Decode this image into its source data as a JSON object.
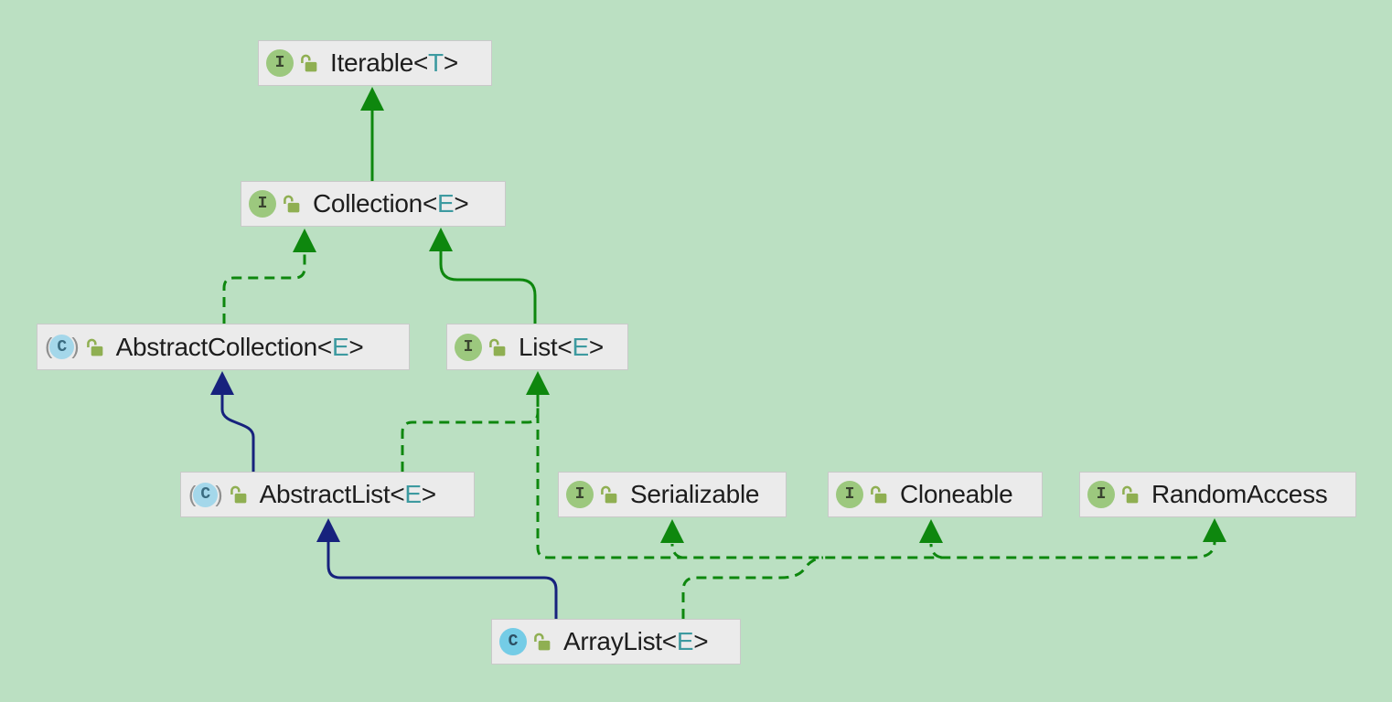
{
  "diagram": {
    "title": "Java collections UML class diagram",
    "colors": {
      "background": "#bbe0c2",
      "node_fill": "#ebebeb",
      "node_border": "#c9c9c9",
      "text": "#1d1d1d",
      "generic_type": "#3d9aa0",
      "edge_green": "#0e870e",
      "edge_blue": "#17227d",
      "interface_icon": "#9cc87e",
      "class_icon": "#74cce6",
      "lock_icon": "#8faf52"
    }
  },
  "nodes": [
    {
      "id": "iterable",
      "kind": "interface",
      "icon_letter": "I",
      "label_pre": "Iterable<",
      "generic": "T",
      "label_post": ">"
    },
    {
      "id": "collection",
      "kind": "interface",
      "icon_letter": "I",
      "label_pre": "Collection<",
      "generic": "E",
      "label_post": ">"
    },
    {
      "id": "abstract-collection",
      "kind": "abstract-class",
      "icon_letter": "C",
      "paren_l": "(",
      "paren_r": ")",
      "label_pre": "AbstractCollection<",
      "generic": "E",
      "label_post": ">"
    },
    {
      "id": "list",
      "kind": "interface",
      "icon_letter": "I",
      "label_pre": "List<",
      "generic": "E",
      "label_post": ">"
    },
    {
      "id": "abstract-list",
      "kind": "abstract-class",
      "icon_letter": "C",
      "paren_l": "(",
      "paren_r": ")",
      "label_pre": "AbstractList<",
      "generic": "E",
      "label_post": ">"
    },
    {
      "id": "serializable",
      "kind": "interface",
      "icon_letter": "I",
      "label_pre": "Serializable",
      "generic": "",
      "label_post": ""
    },
    {
      "id": "cloneable",
      "kind": "interface",
      "icon_letter": "I",
      "label_pre": "Cloneable",
      "generic": "",
      "label_post": ""
    },
    {
      "id": "random-access",
      "kind": "interface",
      "icon_letter": "I",
      "label_pre": "RandomAccess",
      "generic": "",
      "label_post": ""
    },
    {
      "id": "arraylist",
      "kind": "class",
      "icon_letter": "C",
      "label_pre": "ArrayList<",
      "generic": "E",
      "label_post": ">"
    }
  ],
  "edges": [
    {
      "from": "Collection",
      "to": "Iterable",
      "type": "extends",
      "style": "solid-green"
    },
    {
      "from": "List",
      "to": "Collection",
      "type": "extends",
      "style": "solid-green"
    },
    {
      "from": "AbstractCollection",
      "to": "Collection",
      "type": "implements",
      "style": "dashed-green"
    },
    {
      "from": "AbstractList",
      "to": "AbstractCollection",
      "type": "extends",
      "style": "solid-blue"
    },
    {
      "from": "AbstractList",
      "to": "List",
      "type": "implements",
      "style": "dashed-green"
    },
    {
      "from": "ArrayList",
      "to": "AbstractList",
      "type": "extends",
      "style": "solid-blue"
    },
    {
      "from": "ArrayList",
      "to": "List",
      "type": "implements",
      "style": "dashed-green"
    },
    {
      "from": "ArrayList",
      "to": "Serializable",
      "type": "implements",
      "style": "dashed-green"
    },
    {
      "from": "ArrayList",
      "to": "Cloneable",
      "type": "implements",
      "style": "dashed-green"
    },
    {
      "from": "ArrayList",
      "to": "RandomAccess",
      "type": "implements",
      "style": "dashed-green"
    }
  ]
}
